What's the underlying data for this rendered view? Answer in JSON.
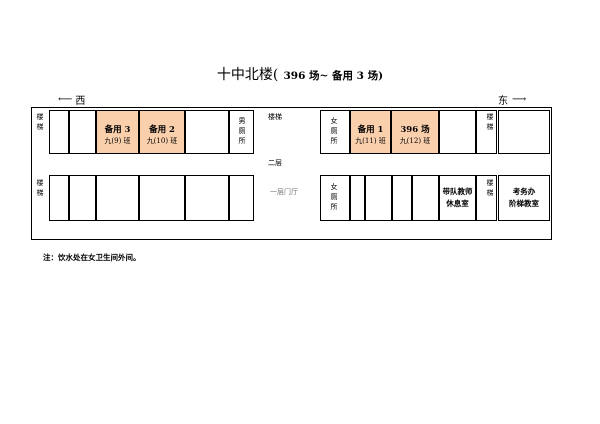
{
  "title": {
    "main": "十中北楼(",
    "sub": "396 场~ 备用 3 场)"
  },
  "directions": {
    "west_arrow": "⟵",
    "west": "西",
    "east": "东",
    "east_arrow": "⟶"
  },
  "floor_label": "二层",
  "lobby_label": "一层门厅",
  "stairs_label": "楼梯",
  "upper": {
    "rooms": [
      {
        "name": "备用 3",
        "class": "九(9) 班"
      },
      {
        "name": "备用 2",
        "class": "九(10) 班"
      },
      {
        "name": "备用 1",
        "class": "九(11) 班"
      },
      {
        "name": "396 场",
        "class": "九(12) 班"
      }
    ],
    "men_restroom": "男厕所",
    "women_restroom": "女厕所"
  },
  "lower": {
    "women_restroom": "女厕所",
    "leader_room": [
      "带队教师",
      "休息室"
    ],
    "exam_office": [
      "考务办",
      "阶梯教室"
    ],
    "stairs_right": "楼梯"
  },
  "note": "注：饮水处在女卫生间外间。",
  "colors": {
    "highlight": "#f9cfac"
  }
}
